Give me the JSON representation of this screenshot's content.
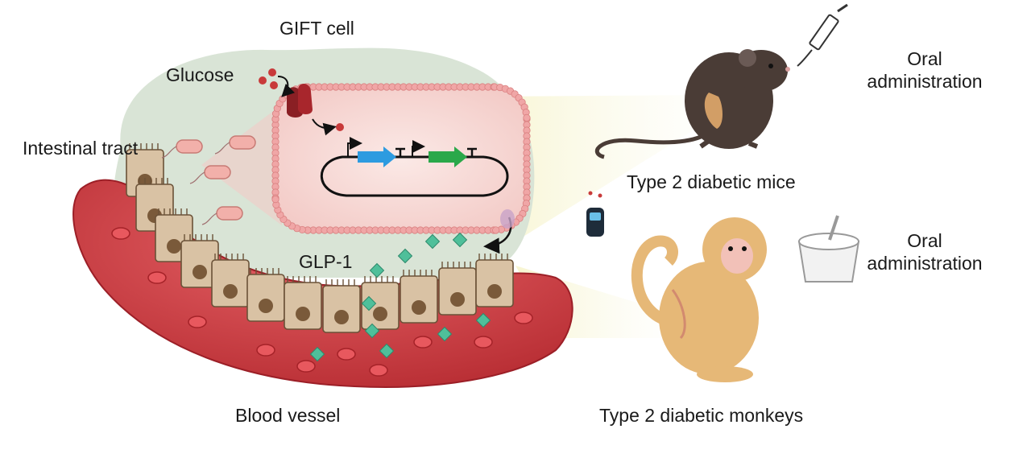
{
  "labels": {
    "gift_cell": "GIFT cell",
    "glucose": "Glucose",
    "intestinal_tract": "Intestinal tract",
    "glp1": "GLP-1",
    "blood_vessel": "Blood vessel",
    "type2_mice": "Type 2 diabetic mice",
    "type2_monkeys": "Type 2 diabetic monkeys",
    "oral_admin_mice": [
      "Oral",
      "administration"
    ],
    "oral_admin_monkeys": [
      "Oral",
      "administration"
    ]
  },
  "icons": {
    "bacterium": "bacterium-icon",
    "glucose_molecule": "glucose-molecule-icon",
    "transporter": "glucose-transporter-icon",
    "plasmid": "plasmid-icon",
    "promoter": "promoter-arrow-icon",
    "terminator": "terminator-icon",
    "glp1_molecule": "glp1-diamond-icon",
    "mouse": "mouse-icon",
    "monkey": "monkey-icon",
    "syringe": "syringe-icon",
    "glucose_meter": "glucose-meter-icon",
    "yogurt_cup": "yogurt-cup-icon"
  },
  "colors": {
    "background_blob": "#d9e4d6",
    "cell_membrane": "#e89a9a",
    "cell_interior": "#f7d8d6",
    "blood_vessel": "#c23a3e",
    "epithelium": "#d9c2a4",
    "nucleus": "#7a5a3a",
    "glucose": "#c83a3a",
    "glp1": "#4fbf9a",
    "gene_blue": "#2d9be0",
    "gene_green": "#2aa84a",
    "mouse": "#4a3c36",
    "monkey": "#e6b877"
  }
}
